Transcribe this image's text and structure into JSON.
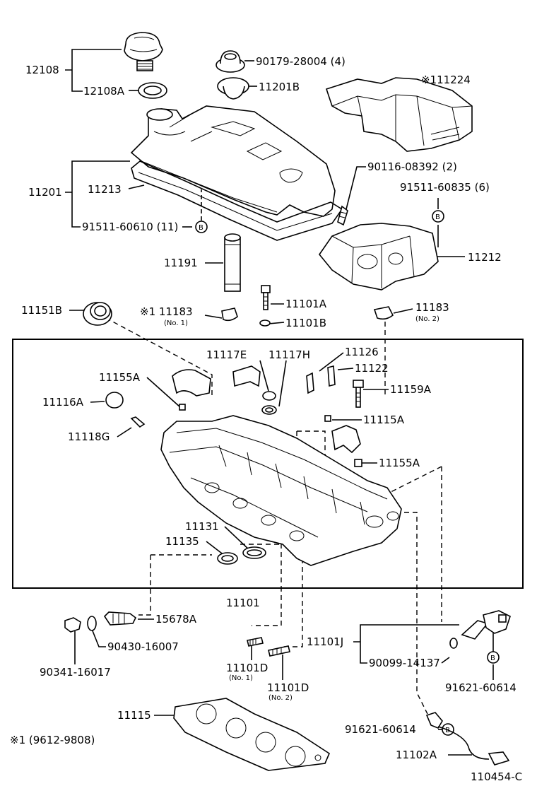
{
  "labels": {
    "p12108": "12108",
    "p12108A": "12108A",
    "p90179": "90179-28004 (4)",
    "p11201B": "11201B",
    "p111224": "※111224",
    "p90116": "90116-08392 (2)",
    "p11201": "11201",
    "p11213": "11213",
    "p91511_60835": "91511-60835 (6)",
    "p91511_60610": "91511-60610 (11)",
    "p11212": "11212",
    "p11191": "11191",
    "p11101A": "11101A",
    "p11101B": "11101B",
    "p11151B": "11151B",
    "p11183_1": "※1 11183",
    "p11183_1_note": "(No. 1)",
    "p11183_2": "11183",
    "p11183_2_note": "(No. 2)",
    "p11117E": "11117E",
    "p11117H": "11117H",
    "p11126": "11126",
    "p11122": "11122",
    "p11155A_top": "11155A",
    "p11159A": "11159A",
    "p11116A": "11116A",
    "p11115A": "11115A",
    "p11118G": "11118G",
    "p11155A_mid": "11155A",
    "p11131": "11131",
    "p11135": "11135",
    "p11101": "11101",
    "p15678A": "15678A",
    "p90430": "90430-16007",
    "p90341": "90341-16017",
    "p11101J": "11101J",
    "p90099": "90099-14137",
    "p91621_a": "91621-60614",
    "p11101D_1": "11101D",
    "p11101D_1_note": "(No. 1)",
    "p11101D_2": "11101D",
    "p11101D_2_note": "(No. 2)",
    "p11115": "11115",
    "p91621_b": "91621-60614",
    "p11102A": "11102A",
    "footnote": "※1 (9612-9808)",
    "figure_id": "110454-C"
  },
  "symbols": {
    "bolt_marker": "B"
  }
}
